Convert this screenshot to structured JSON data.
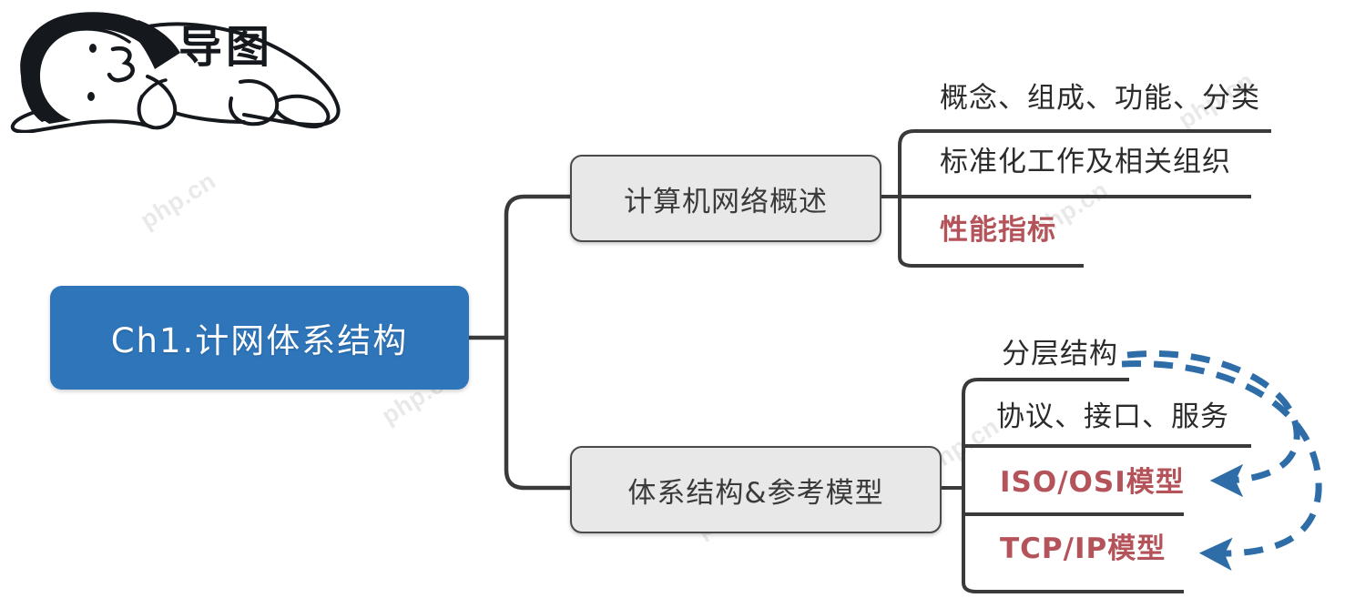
{
  "mascot": {
    "label": "导图",
    "icon": "sleeping-cat-doodle"
  },
  "watermark": {
    "text": "php.cn",
    "color": "#b9b9b9"
  },
  "colors": {
    "root_fill": "#2e75ba",
    "root_text": "#ffffff",
    "branch_fill": "#e8e8e8",
    "branch_border": "#4a4a4a",
    "leaf_text": "#2b2b2b",
    "accent_text": "#b5535a",
    "connector": "#3a3a3a",
    "arrow": "#2e6da8"
  },
  "mindmap": {
    "type": "mindmap",
    "root": {
      "label": "Ch1.计网体系结构"
    },
    "branches": [
      {
        "label": "计算机网络概述",
        "leaves": [
          {
            "label": "概念、组成、功能、分类",
            "accent": false
          },
          {
            "label": "标准化工作及相关组织",
            "accent": false
          },
          {
            "label": "性能指标",
            "accent": true
          }
        ]
      },
      {
        "label": "体系结构&参考模型",
        "leaves": [
          {
            "label": "分层结构",
            "accent": false
          },
          {
            "label": "协议、接口、服务",
            "accent": false
          },
          {
            "label": "ISO/OSI模型",
            "accent": true
          },
          {
            "label": "TCP/IP模型",
            "accent": true
          }
        ]
      }
    ],
    "annotations": [
      {
        "kind": "dashed-curved-arrow",
        "from": "分层结构",
        "to": "ISO/OSI模型"
      },
      {
        "kind": "dashed-curved-arrow",
        "from": "分层结构",
        "to": "TCP/IP模型"
      }
    ]
  }
}
